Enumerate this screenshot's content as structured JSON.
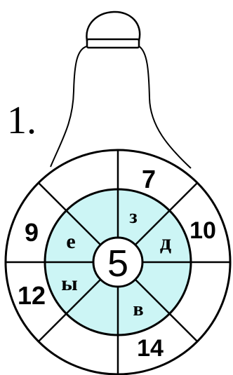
{
  "puzzle": {
    "number_label": "1.",
    "center_value": "5",
    "outer_numbers": {
      "top": "7",
      "upper_right": "10",
      "left_upper": "9",
      "left_lower": "12",
      "bottom": "14"
    },
    "inner_letters": {
      "top": "з",
      "right": "д",
      "left_upper": "е",
      "left_lower": "ы",
      "bottom": "в"
    },
    "colors": {
      "inner_ring_fill": "#ccf5f5",
      "outline": "#000000",
      "background": "#ffffff"
    }
  }
}
